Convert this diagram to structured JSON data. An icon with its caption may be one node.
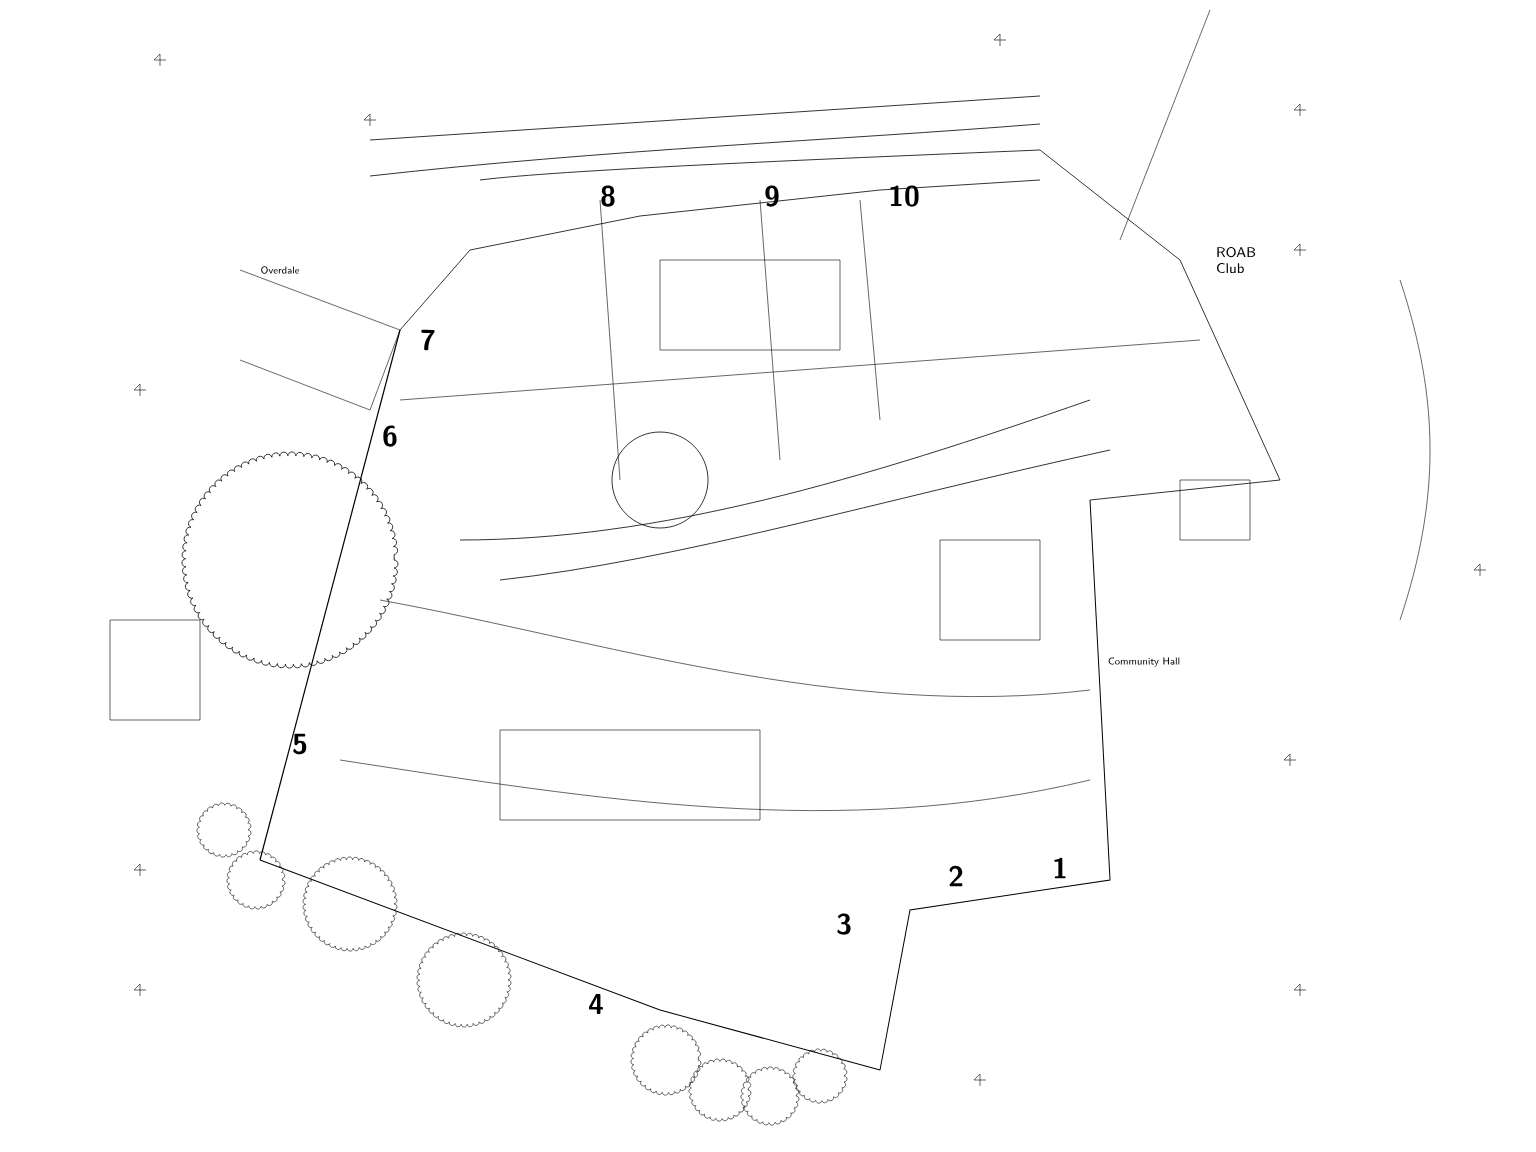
{
  "diagram": {
    "labels": [
      "8",
      "9",
      "10",
      "Overdale",
      "ROAB Club",
      "7",
      "6",
      "Community Hall",
      "5",
      "2",
      "1",
      "3",
      "4"
    ]
  }
}
